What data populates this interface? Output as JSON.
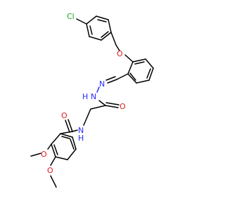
{
  "molecule": {
    "atom_labels": {
      "chlorine": "Cl",
      "ether_oxygen": "O",
      "hydrazone_n_imine": "N",
      "hydrazone_nh": "N",
      "hydrazone_h": "H",
      "carbonyl_oxygen_1": "O",
      "amide_nh": "N",
      "amide_h": "H",
      "carbonyl_oxygen_2": "O",
      "methoxy_oxygen_3": "O",
      "methoxy_oxygen_4": "O"
    },
    "colors": {
      "carbon_bond": "#000000",
      "nitrogen": "#2a2aff",
      "oxygen": "#e11a1a",
      "chlorine": "#1fa51f"
    }
  }
}
